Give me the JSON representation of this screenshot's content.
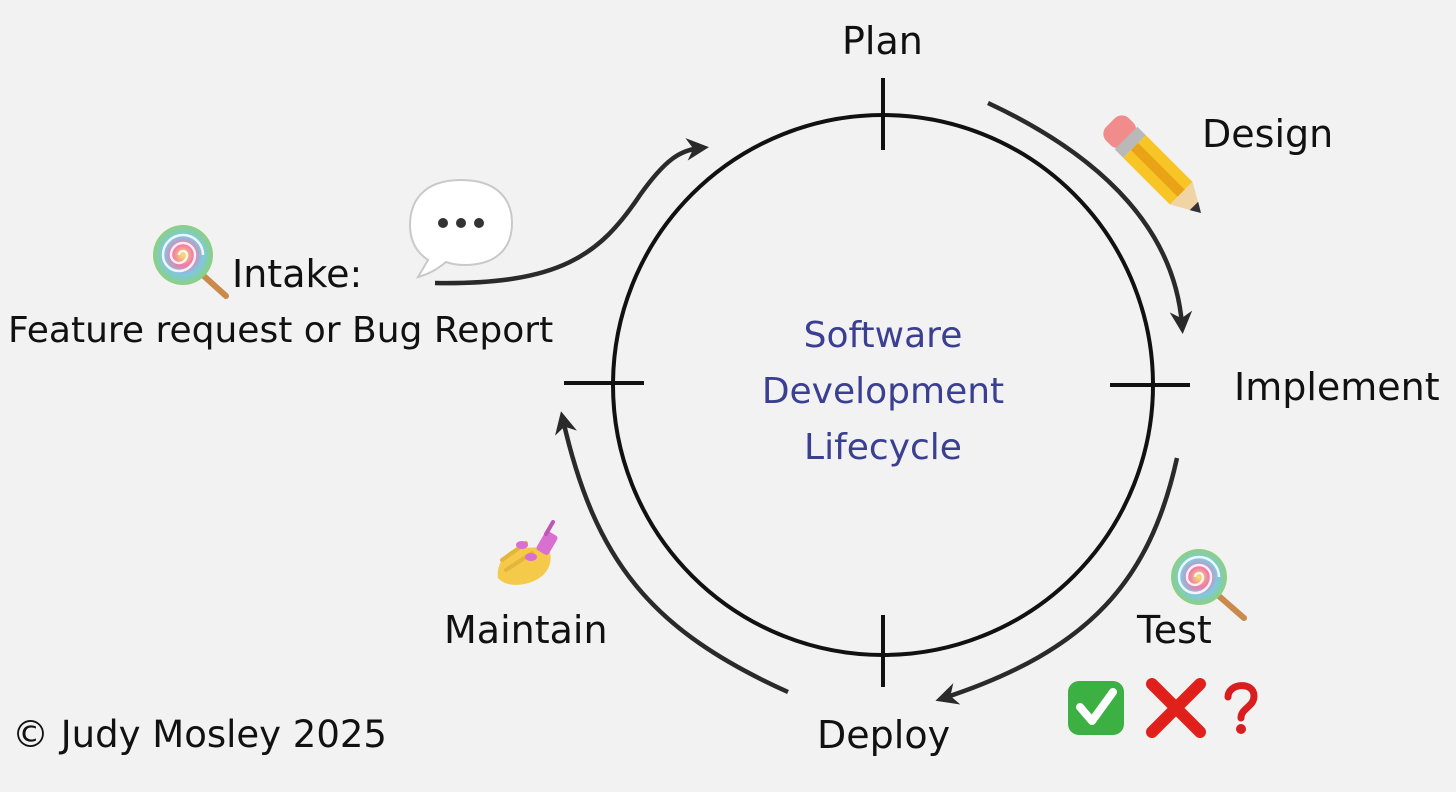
{
  "center_title": [
    "Software",
    "Development",
    "Lifecycle"
  ],
  "stages": {
    "plan": "Plan",
    "design": "Design",
    "implement": "Implement",
    "test": "Test",
    "deploy": "Deploy",
    "maintain": "Maintain"
  },
  "intake": {
    "title": "Intake:",
    "subtitle": "Feature request or Bug Report"
  },
  "copyright": "© Judy Mosley 2025",
  "icons": {
    "intake": "lollipop-icon",
    "speech": "speech-bubble-icon",
    "design": "pencil-icon",
    "test": "lollipop-icon",
    "test_results": [
      "check-mark-icon",
      "cross-mark-icon",
      "question-mark-icon"
    ],
    "maintain": "nail-polish-icon"
  },
  "colors": {
    "background": "#f2f2f2",
    "lines": "#111111",
    "arrows": "#2a2a2a",
    "center_text": "#3b3f92",
    "check": "#3cb043",
    "cross": "#e0201a",
    "question": "#d81e1e"
  }
}
